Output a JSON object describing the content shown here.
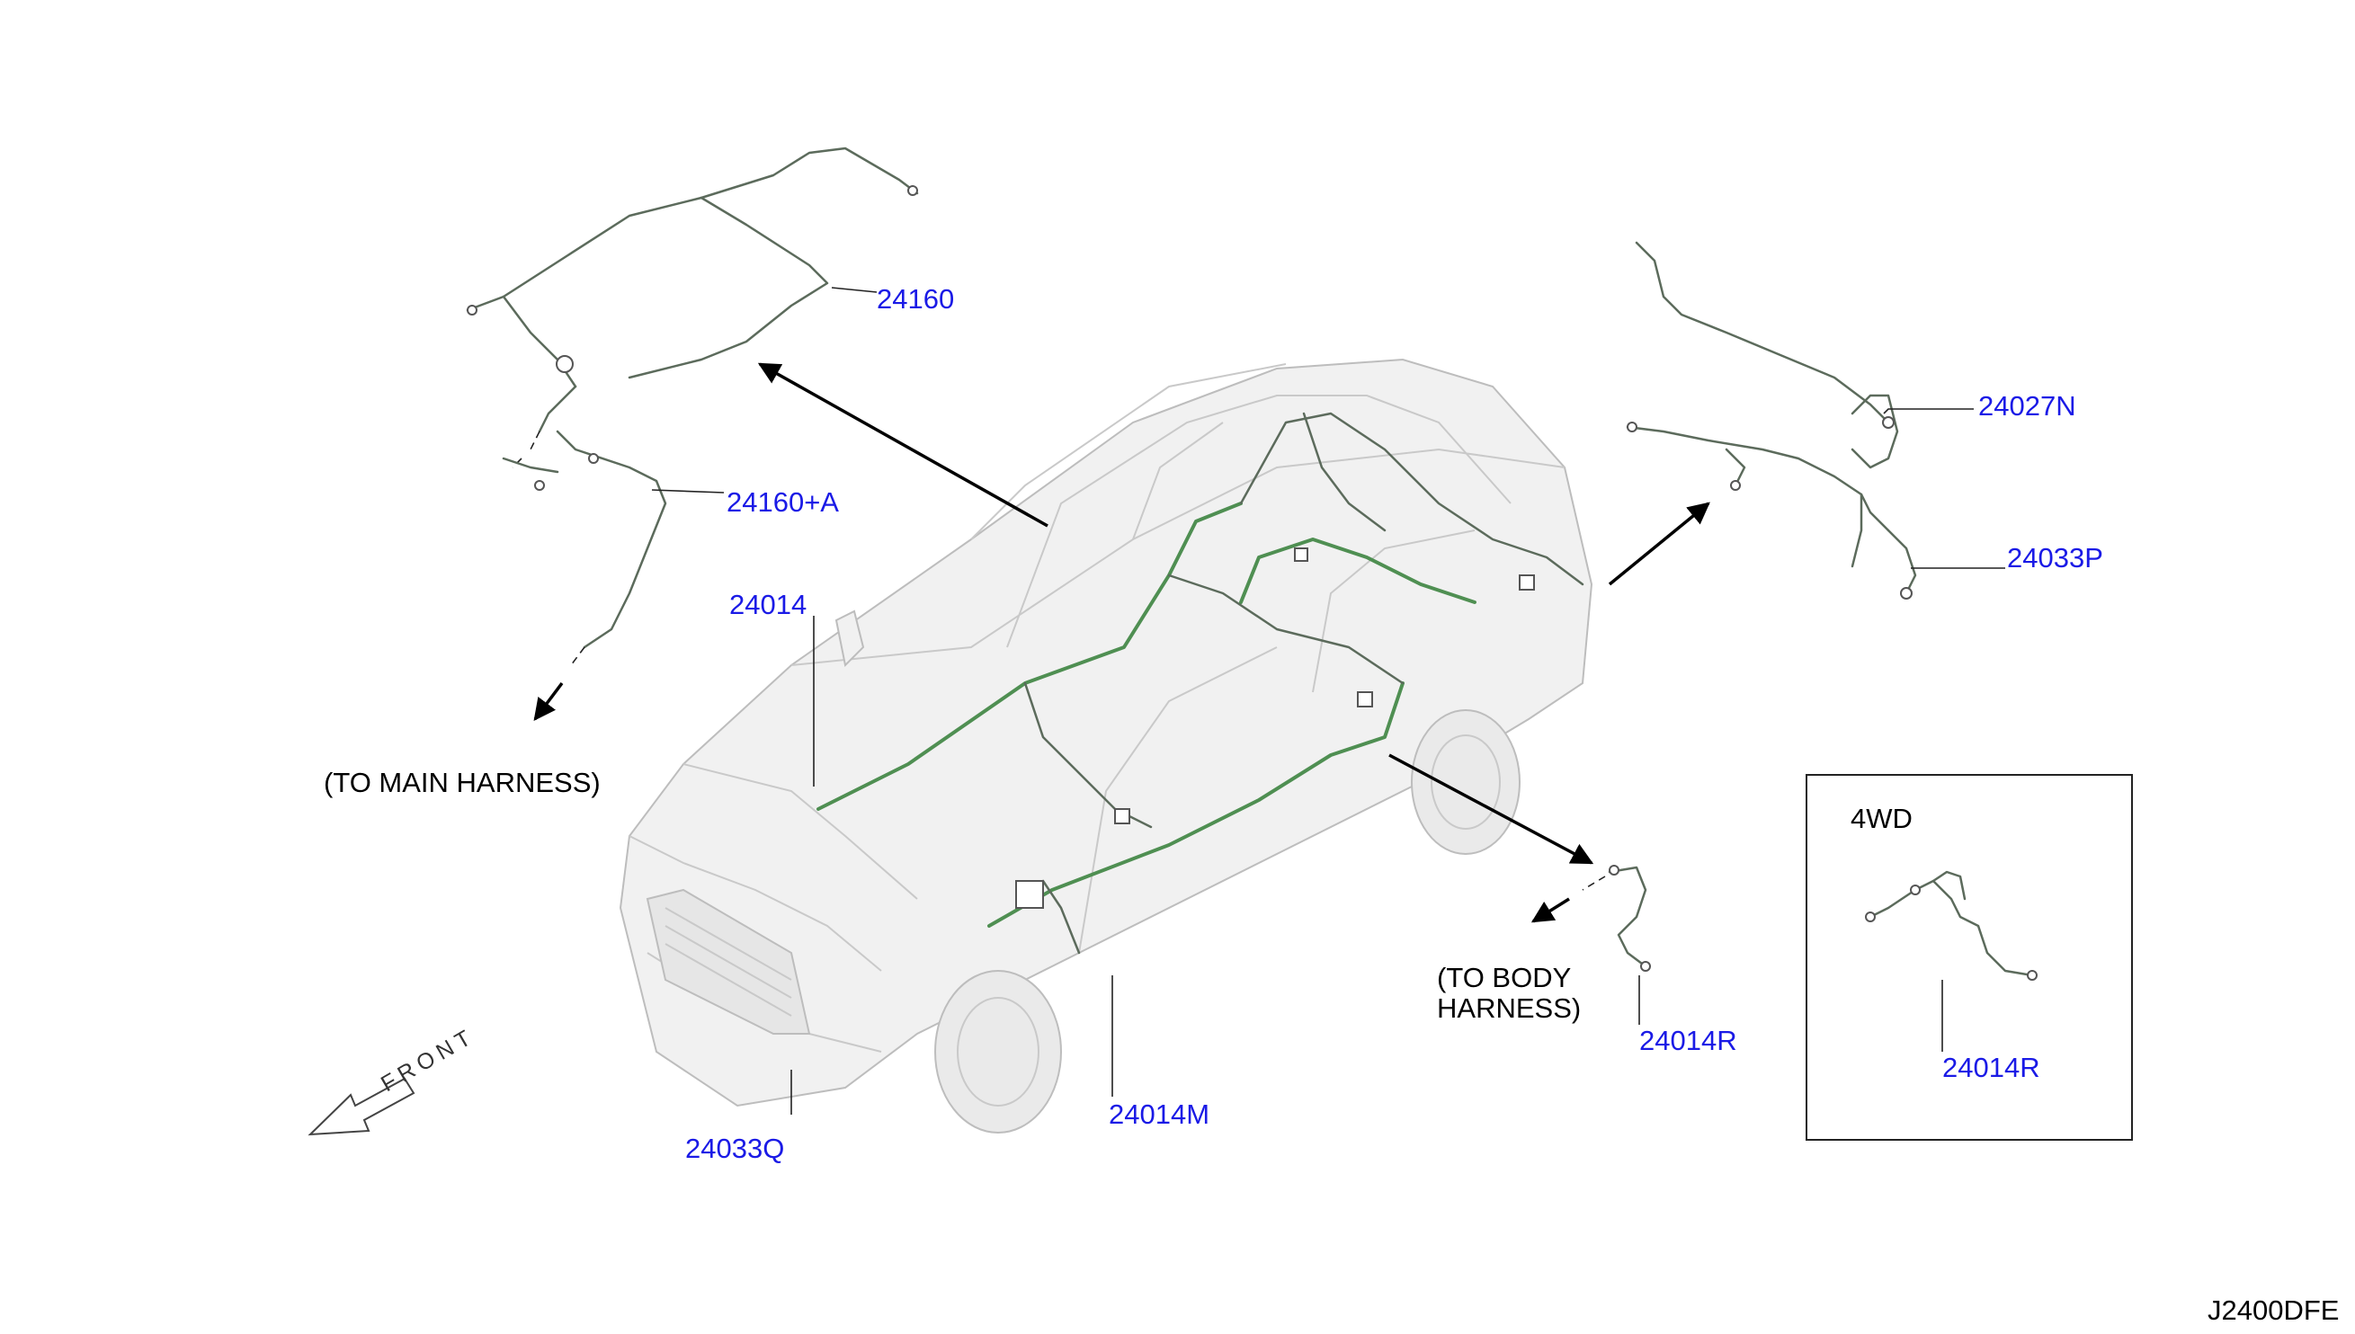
{
  "labels": {
    "p24160": "24160",
    "p24160a": "24160+A",
    "p24014": "24014",
    "p24027n": "24027N",
    "p24033p": "24033P",
    "p24014m": "24014M",
    "p24033q": "24033Q",
    "p24014r": "24014R",
    "p24014r_4wd": "24014R"
  },
  "notes": {
    "to_main_harness": "(TO MAIN HARNESS)",
    "to_body_line1": "(TO BODY",
    "to_body_line2": "HARNESS)",
    "four_wd": "4WD",
    "front": "FRONT",
    "figure_code": "J2400DFE"
  },
  "colors": {
    "part_label": "#1a1ae6",
    "harness": "#4f8f52",
    "text": "#000000"
  }
}
